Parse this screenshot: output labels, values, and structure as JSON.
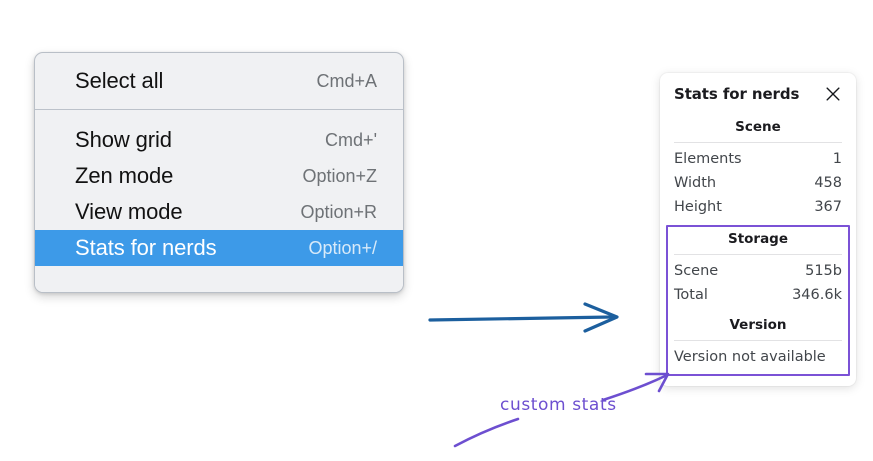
{
  "context_menu": {
    "sections": [
      {
        "items": [
          {
            "label": "Select all",
            "shortcut": "Cmd+A",
            "selected": false
          }
        ]
      },
      {
        "items": [
          {
            "label": "Show grid",
            "shortcut": "Cmd+'",
            "selected": false
          },
          {
            "label": "Zen mode",
            "shortcut": "Option+Z",
            "selected": false
          },
          {
            "label": "View mode",
            "shortcut": "Option+R",
            "selected": false
          },
          {
            "label": "Stats for nerds",
            "shortcut": "Option+/",
            "selected": true
          }
        ]
      }
    ],
    "highlight_color": "#3d9ae8"
  },
  "stats_panel": {
    "title": "Stats for nerds",
    "close_icon": "close-icon",
    "sections": [
      {
        "heading": "Scene",
        "rows": [
          {
            "key": "Elements",
            "value": "1"
          },
          {
            "key": "Width",
            "value": "458"
          },
          {
            "key": "Height",
            "value": "367"
          }
        ]
      },
      {
        "heading": "Storage",
        "rows": [
          {
            "key": "Scene",
            "value": "515b"
          },
          {
            "key": "Total",
            "value": "346.6k"
          }
        ]
      },
      {
        "heading": "Version",
        "text": "Version not available"
      }
    ],
    "highlight_border_color": "#7b52d6"
  },
  "annotations": {
    "label": "custom stats",
    "label_color": "#6d4fd0",
    "blue_arrow_color": "#1a5f9e"
  }
}
